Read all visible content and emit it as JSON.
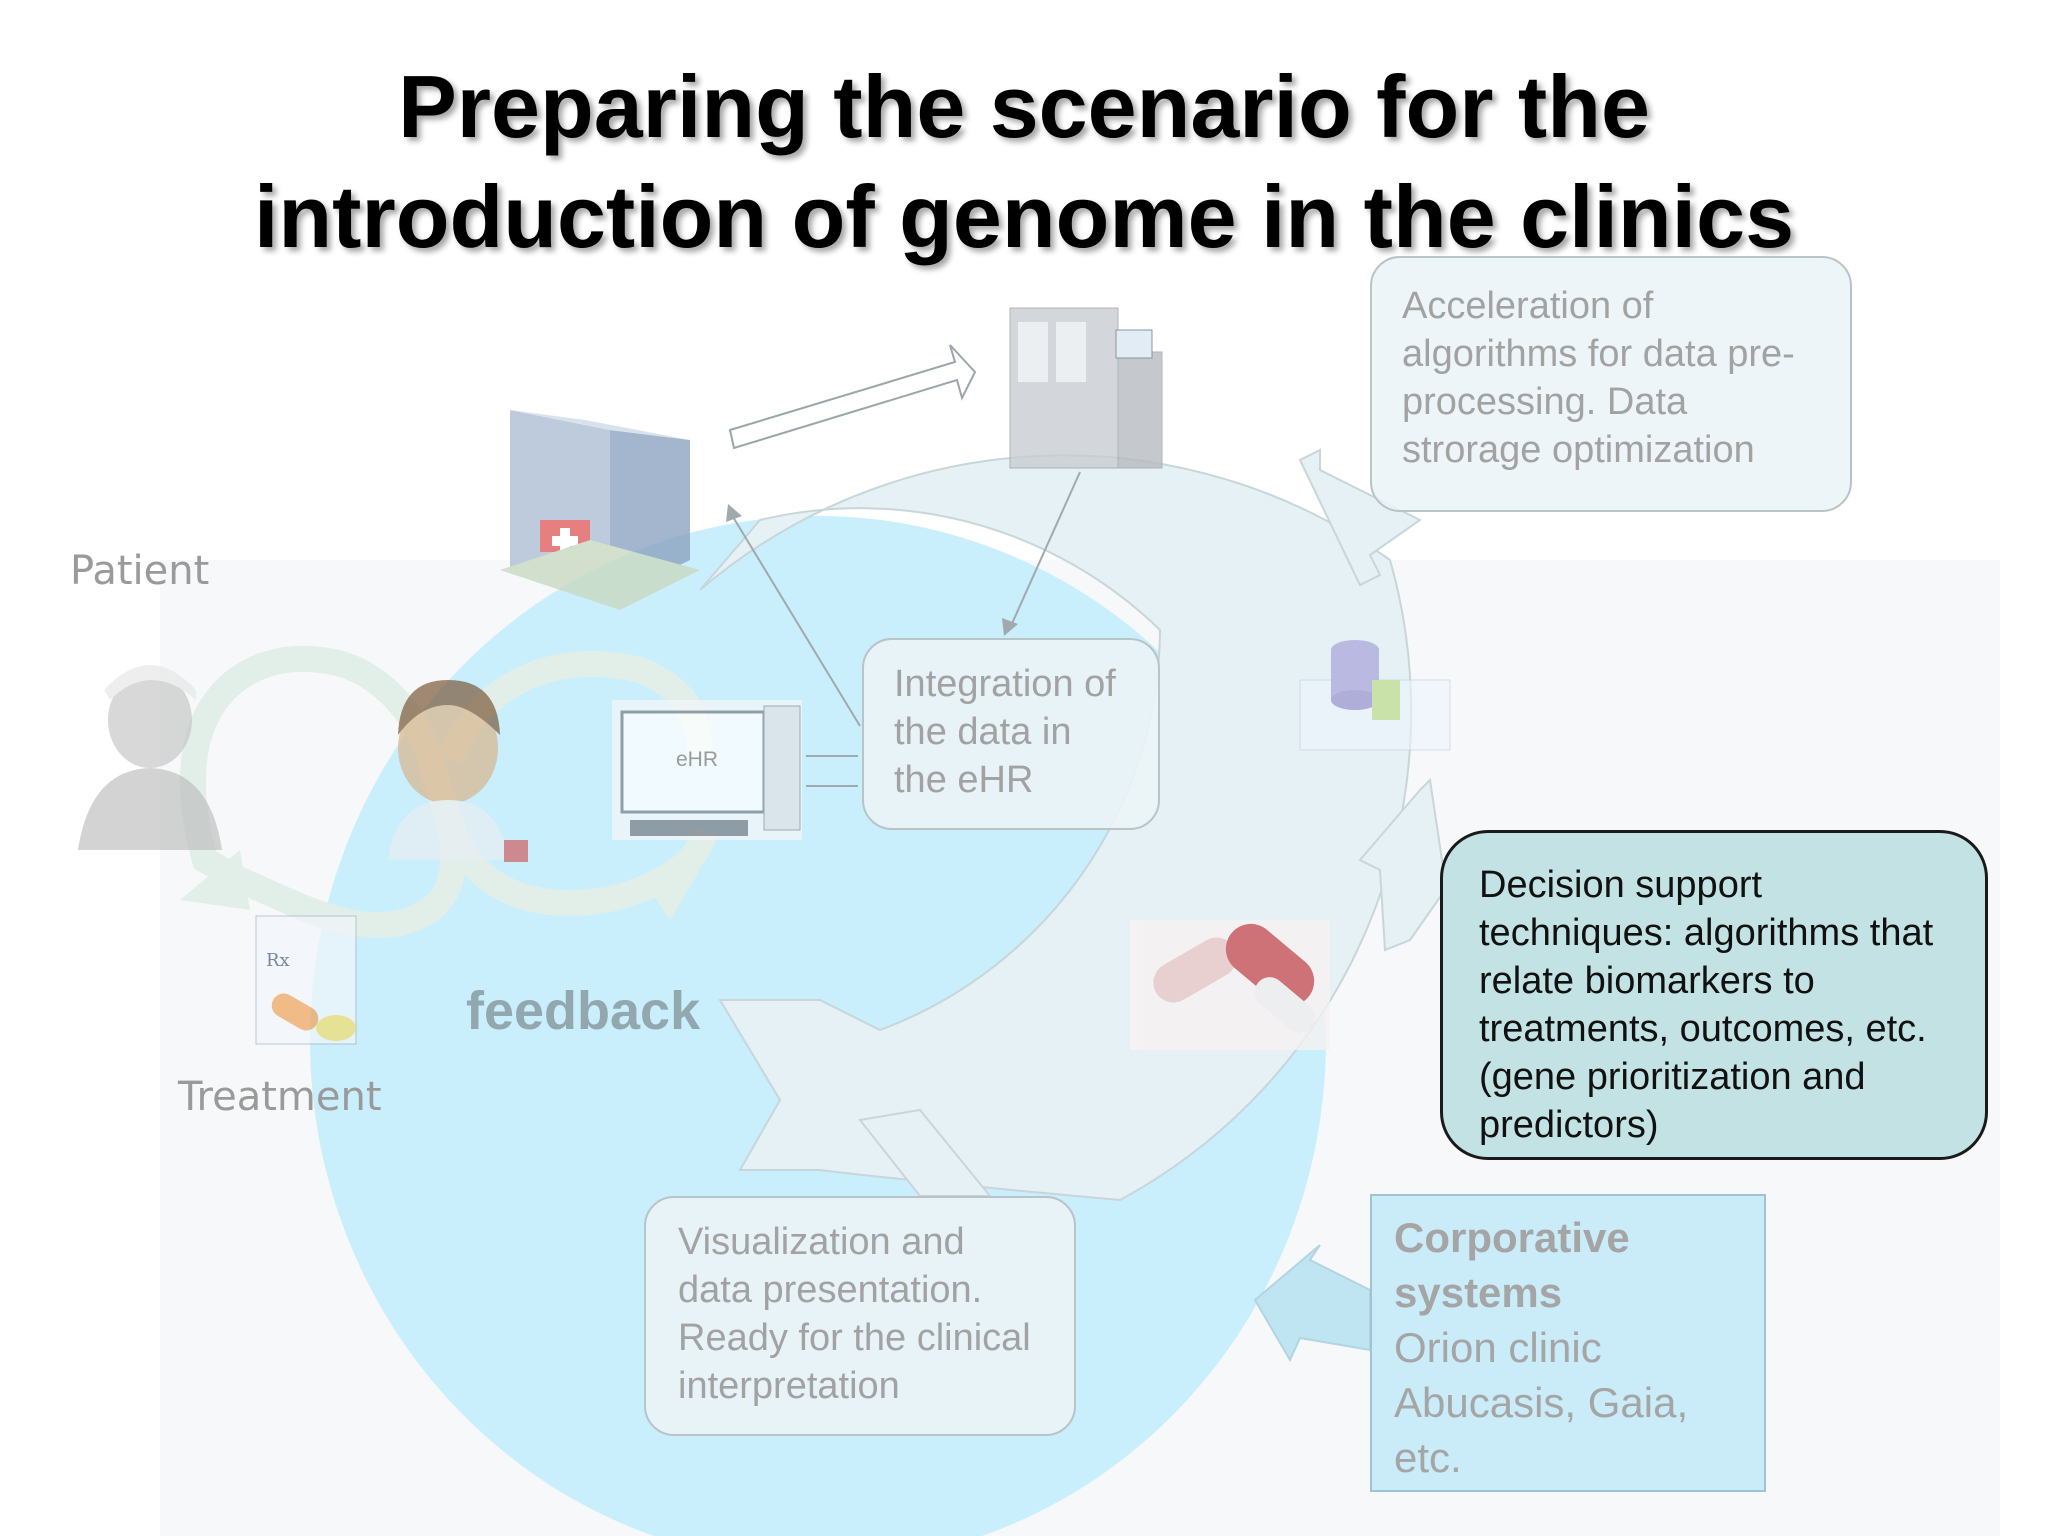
{
  "title": {
    "line1": "Preparing the scenario for the",
    "line2": "introduction of genome in the clinics"
  },
  "labels": {
    "patient": "Patient",
    "treatment": "Treatment",
    "feedback": "feedback",
    "ehr": "eHR"
  },
  "boxes": {
    "acceleration": "Acceleration of algorithms for data pre-processing. Data strorage optimization",
    "integration": "Integration of the data in the eHR",
    "visualization": "Visualization and data presentation. Ready for the clinical interpretation",
    "decision": "Decision support techniques: algorithms that relate biomarkers to treatments, outcomes, etc. (gene prioritization and predictors)",
    "corporative": {
      "heading1": "Corporative",
      "heading2": "systems",
      "line1": "Orion clinic",
      "line2": "Abucasis, Gaia,",
      "line3": "etc."
    }
  },
  "icons": [
    "hospital-icon",
    "sequencer-icon",
    "database-icon",
    "pills-icon",
    "computer-icon",
    "patient-icon",
    "doctor-icon",
    "prescription-icon"
  ],
  "colors": {
    "circle_fill": "#c9eefc",
    "ring_fill": "#e7f2f5",
    "decision_fill": "#c3e2e3",
    "corp_fill": "#c9ecf8"
  }
}
